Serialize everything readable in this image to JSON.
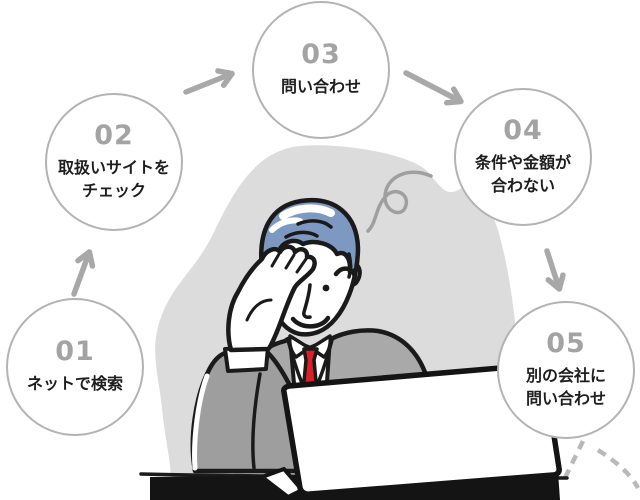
{
  "diagram": {
    "name": "inquiry-process-cycle",
    "steps": [
      {
        "number": "01",
        "label": "ネットで検索"
      },
      {
        "number": "02",
        "label": "取扱いサイトを\nチェック"
      },
      {
        "number": "03",
        "label": "問い合わせ"
      },
      {
        "number": "04",
        "label": "条件や金額が\n合わない"
      },
      {
        "number": "05",
        "label": "別の会社に\n問い合わせ"
      }
    ],
    "flow": {
      "solid_arrows": [
        [
          "01",
          "02"
        ],
        [
          "02",
          "03"
        ],
        [
          "03",
          "04"
        ],
        [
          "04",
          "05"
        ]
      ],
      "dashed_return_from": "05"
    },
    "illustration": {
      "icons": [
        "stressed-businessman-illustration",
        "laptop-icon",
        "confusion-squiggle-icon"
      ]
    },
    "colors": {
      "background": "#ffffff",
      "circle_border": "#b3b3b3",
      "step_number": "#a3a3a3",
      "step_label": "#1e1e1e",
      "arrow": "#a8a8a8",
      "blob": "#dcdcdc",
      "hair": "#7d99c2",
      "tie": "#da2128",
      "suit": "#a9a9a9",
      "outline": "#1a1a1a"
    }
  }
}
